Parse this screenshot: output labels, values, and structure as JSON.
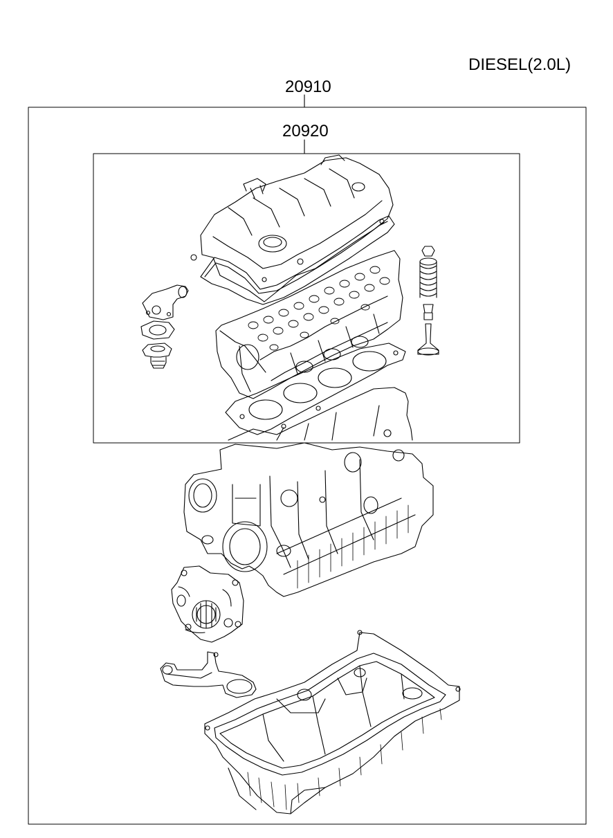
{
  "diagram": {
    "variant_label": "DIESEL(2.0L)",
    "outer_kit_number": "20910",
    "inner_kit_number": "20920"
  },
  "colors": {
    "line": "#000000",
    "background": "#ffffff"
  },
  "parts": [
    {
      "icon": "cylinder-head-cover-icon"
    },
    {
      "icon": "rocker-cover-gasket-icon"
    },
    {
      "icon": "cylinder-head-icon"
    },
    {
      "icon": "head-gasket-icon"
    },
    {
      "icon": "valve-spring-icon"
    },
    {
      "icon": "valve-icon"
    },
    {
      "icon": "water-outlet-fitting-icon"
    },
    {
      "icon": "thermostat-gasket-icon"
    },
    {
      "icon": "thermostat-icon"
    },
    {
      "icon": "cylinder-block-icon"
    },
    {
      "icon": "water-pump-icon"
    },
    {
      "icon": "oil-strainer-icon"
    },
    {
      "icon": "oil-pan-icon"
    }
  ]
}
